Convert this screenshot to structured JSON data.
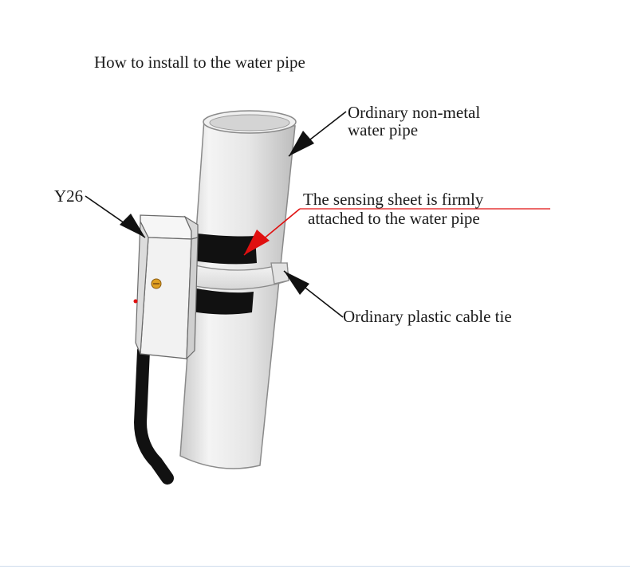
{
  "title": "How to install to the water pipe",
  "labels": {
    "y26": "Y26",
    "pipe_line1": "Ordinary non-metal",
    "pipe_line2": "water pipe",
    "sensing_line1": "The sensing sheet is firmly",
    "sensing_line2": "attached to the water pipe",
    "cable_tie": "Ordinary plastic cable tie"
  },
  "colors": {
    "pipe": "#e8e8e8",
    "pipe_shade": "#c8c8c8",
    "band": "#111111",
    "sensor_body": "#f2f2f2",
    "accent_red": "#e01010",
    "screw": "#e0a020"
  }
}
